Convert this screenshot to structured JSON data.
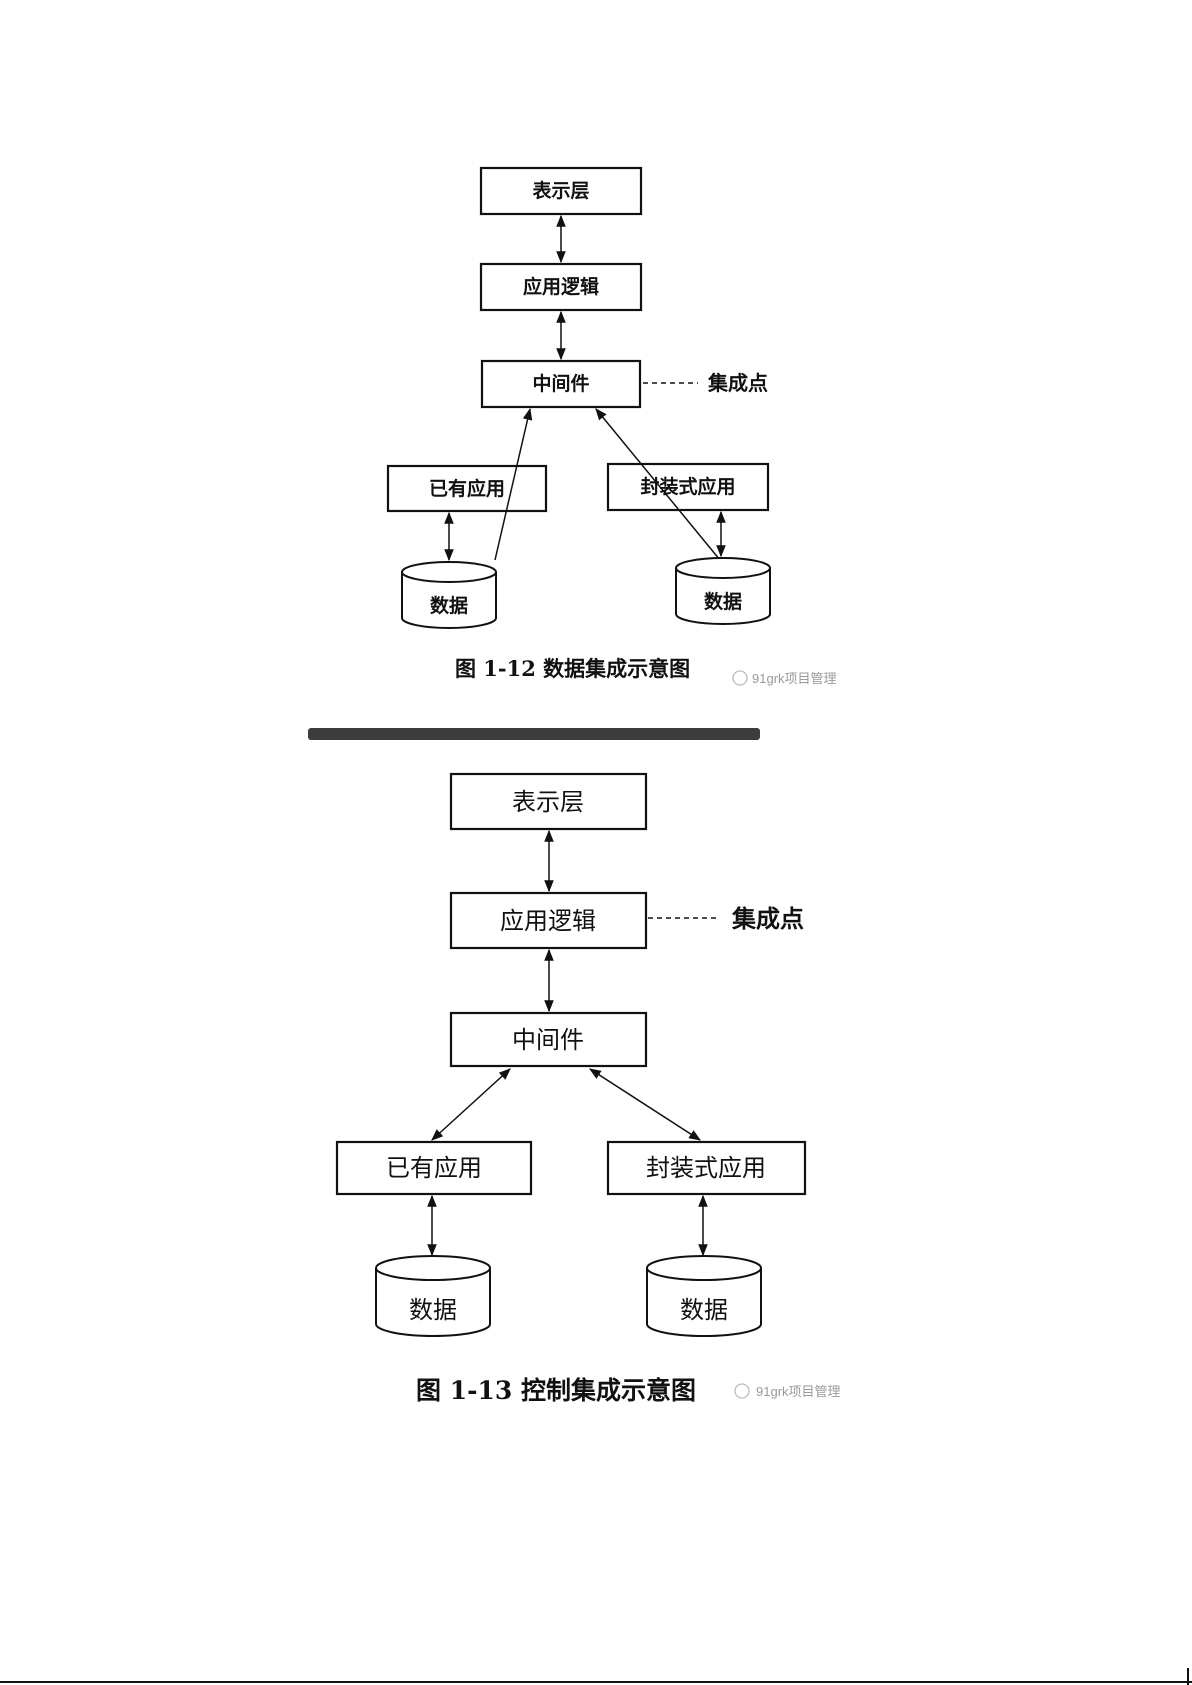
{
  "figure_1": {
    "boxes": {
      "presentation": "表示层",
      "app_logic": "应用逻辑",
      "middleware": "中间件",
      "existing_app": "已有应用",
      "packaged_app": "封装式应用"
    },
    "data_left": "数据",
    "data_right": "数据",
    "integration_point": "集成点",
    "caption": "图 1-12   数据集成示意图",
    "watermark": "91grk项目管理"
  },
  "figure_2": {
    "boxes": {
      "presentation": "表示层",
      "app_logic": "应用逻辑",
      "middleware": "中间件",
      "existing_app": "已有应用",
      "packaged_app": "封装式应用"
    },
    "data_left": "数据",
    "data_right": "数据",
    "integration_point": "集成点",
    "caption": "图 1-13    控制集成示意图",
    "watermark": "91grk项目管理"
  }
}
